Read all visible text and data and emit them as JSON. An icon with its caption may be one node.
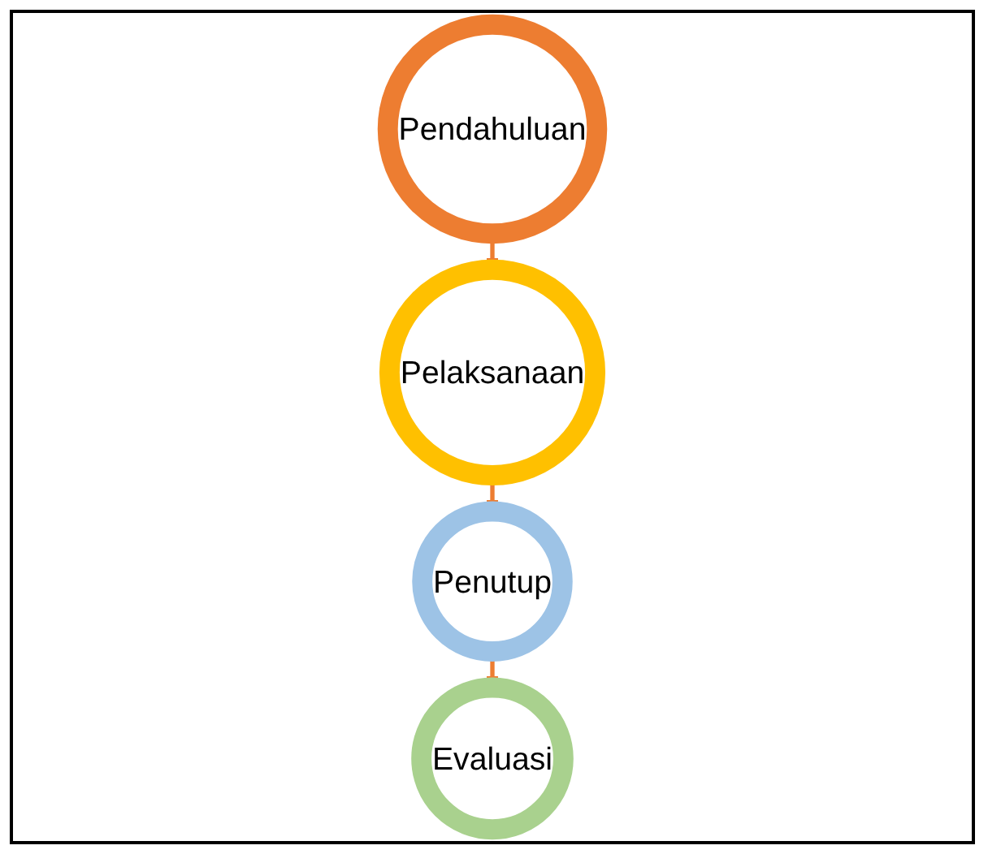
{
  "diagram": {
    "nodes": [
      {
        "text": [
          "Pendahuluan"
        ]
      },
      {
        "text": [
          "Pelaksanaan"
        ]
      },
      {
        "text": [
          "Penutup"
        ]
      },
      {
        "text": [
          "Evaluasi"
        ]
      }
    ],
    "edges": [
      {
        "from": 0,
        "to": 1,
        "arrow": "to"
      },
      {
        "from": 1,
        "to": 2,
        "arrow": "to"
      },
      {
        "from": 2,
        "to": 3,
        "arrow": "to"
      }
    ]
  }
}
